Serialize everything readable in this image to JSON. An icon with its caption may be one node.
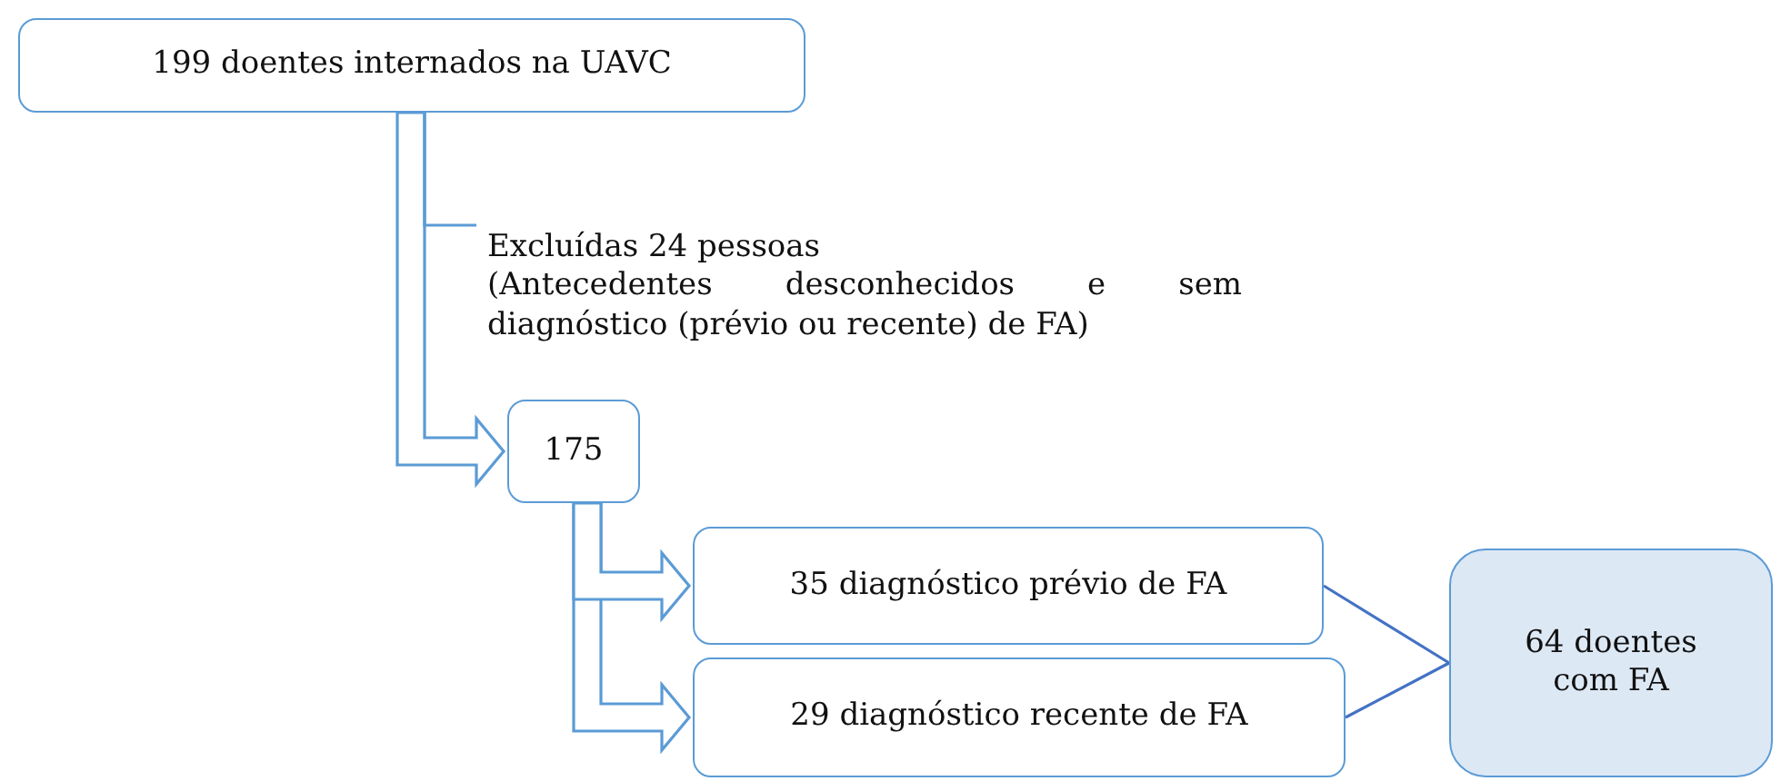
{
  "diagram": {
    "nodes": [
      {
        "text": [
          "199 doentes internados na UAVC"
        ]
      },
      {
        "text": [
          "Excluídas 24 pessoas",
          "(Antecedentes desconhecidos e sem diagnóstico (prévio ou recente) de FA)"
        ]
      },
      {
        "text": [
          "175"
        ]
      },
      {
        "text": [
          "35 diagnóstico prévio de FA"
        ]
      },
      {
        "text": [
          "29 diagnóstico recente de FA"
        ]
      },
      {
        "text": [
          "64 doentes com FA"
        ]
      }
    ],
    "edges": [
      {
        "from": 0,
        "to": 2,
        "arrow": "to",
        "style": "thick"
      },
      {
        "from": 0,
        "to": 1,
        "arrow": "none"
      },
      {
        "from": 2,
        "to": 3,
        "arrow": "to",
        "style": "thick"
      },
      {
        "from": 2,
        "to": 4,
        "arrow": "to",
        "style": "thick"
      },
      {
        "from": 3,
        "to": 5,
        "arrow": "none"
      },
      {
        "from": 4,
        "to": 5,
        "arrow": "none"
      }
    ]
  }
}
